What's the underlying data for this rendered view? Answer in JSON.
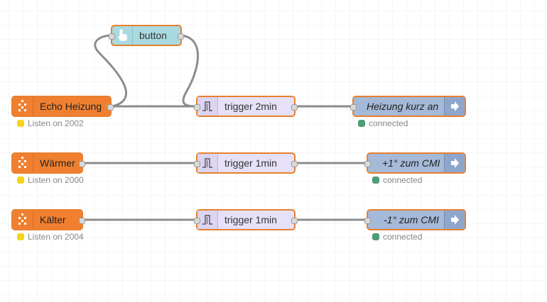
{
  "canvas": {
    "grid_color": "#ececec"
  },
  "colors": {
    "orange": "#f08030",
    "trigger": "#e6e0f8",
    "button": "#a8dae0",
    "output": "#a5b9d8",
    "wire": "#8c8c8c"
  },
  "nodes": {
    "button": {
      "label": "button",
      "icon": "hand-pointer-icon"
    },
    "echo_heizung": {
      "label": "Echo Heizung",
      "icon": "alexa-dots-icon",
      "status": "Listen on 2002"
    },
    "waermer": {
      "label": "Wärmer",
      "icon": "alexa-dots-icon",
      "status": "Listen on 2000"
    },
    "kaelter": {
      "label": "Kälter",
      "icon": "alexa-dots-icon",
      "status": "Listen on 2004"
    },
    "trigger_2min": {
      "label": "trigger 2min",
      "icon": "pulse-icon"
    },
    "trigger_1min_a": {
      "label": "trigger 1min",
      "icon": "pulse-icon"
    },
    "trigger_1min_b": {
      "label": "trigger 1min",
      "icon": "pulse-icon"
    },
    "heizung_kurz_an": {
      "label": "Heizung kurz an",
      "icon": "arrow-right-icon",
      "status": "connected"
    },
    "plus_cmi": {
      "label": "+1° zum CMI",
      "icon": "arrow-right-icon",
      "status": "connected"
    },
    "minus_cmi": {
      "label": "-1° zum CMI",
      "icon": "arrow-right-icon",
      "status": "connected"
    }
  }
}
